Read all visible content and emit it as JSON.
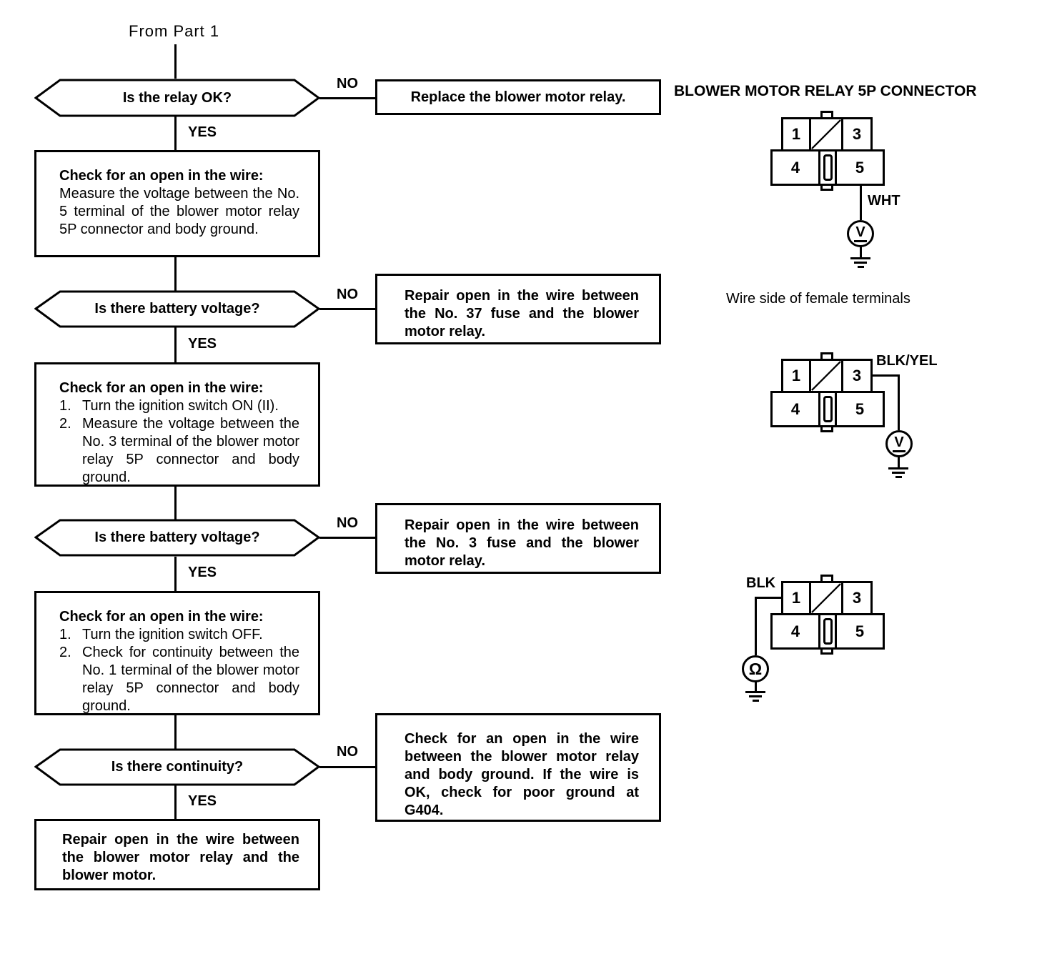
{
  "flow": {
    "start_label": "From Part 1",
    "decision1": {
      "question": "Is the relay OK?",
      "no": "NO",
      "yes": "YES"
    },
    "decision2": {
      "question": "Is there battery voltage?",
      "no": "NO",
      "yes": "YES"
    },
    "decision3": {
      "question": "Is there battery voltage?",
      "no": "NO",
      "yes": "YES"
    },
    "decision4": {
      "question": "Is there continuity?",
      "no": "NO",
      "yes": "YES"
    },
    "action1": {
      "heading": "Check for an open in the wire:",
      "body": "Measure the voltage between the No. 5 terminal of the blower motor relay 5P connector and body ground."
    },
    "action2": {
      "heading": "Check for an open in the wire:",
      "items": [
        {
          "num": "1.",
          "text": "Turn the ignition switch ON (II)."
        },
        {
          "num": "2.",
          "text": "Measure the voltage between the No. 3 terminal of the blower motor relay 5P connector and body ground."
        }
      ]
    },
    "action3": {
      "heading": "Check for an open in the wire:",
      "items": [
        {
          "num": "1.",
          "text": "Turn the ignition switch OFF."
        },
        {
          "num": "2.",
          "text": "Check for continuity between the No. 1 terminal of the blower motor relay 5P connector and body ground."
        }
      ]
    },
    "result_replace": "Replace the blower motor relay.",
    "result_repair_fuse37": "Repair open in the wire between the No. 37 fuse and the blower motor relay.",
    "result_repair_fuse3": "Repair open in the wire between the No. 3 fuse and the blower motor relay.",
    "result_check_ground": "Check for an open in the wire between the blower motor relay and body ground. If the wire is OK, check for poor ground at G404.",
    "result_repair_motor": "Repair open in the wire between the blower motor relay and the blower motor."
  },
  "connector_panel": {
    "title": "BLOWER MOTOR RELAY 5P CONNECTOR",
    "note": "Wire side of female terminals",
    "terminals": {
      "t1": "1",
      "t3": "3",
      "t4": "4",
      "t5": "5"
    },
    "diagram1": {
      "wire_label": "WHT",
      "meter": "V"
    },
    "diagram2": {
      "wire_label": "BLK/YEL",
      "meter": "V"
    },
    "diagram3": {
      "wire_label": "BLK",
      "meter": "Ω"
    }
  },
  "colors": {
    "ink": "#000000",
    "paper": "#ffffff"
  }
}
